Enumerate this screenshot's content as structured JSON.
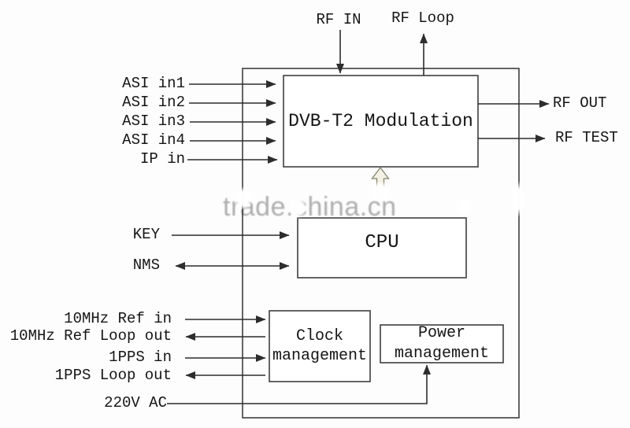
{
  "colors": {
    "line": "#2d2d2d",
    "box_border": "#3f3f3f",
    "text": "#151515",
    "watermark": "#aeaeae",
    "hollow_arrow_fill": "#f2f1e4",
    "hollow_arrow_stroke": "#85856f",
    "background": "#fdfdfd"
  },
  "watermark": {
    "text": "trade.china.cn"
  },
  "blocks": {
    "modulation": {
      "label": "DVB-T2 Modulation"
    },
    "cpu": {
      "label": "CPU"
    },
    "clock": {
      "line1": "Clock",
      "line2": "management"
    },
    "power": {
      "line1": "Power",
      "line2": "management"
    }
  },
  "signals": {
    "rf_in": "RF IN",
    "rf_loop": "RF Loop",
    "asi_in1": "ASI in1",
    "asi_in2": "ASI in2",
    "asi_in3": "ASI in3",
    "asi_in4": "ASI in4",
    "ip_in": "IP in",
    "rf_out": "RF OUT",
    "rf_test": "RF TEST",
    "key": "KEY",
    "nms": "NMS",
    "ref_10mhz_in": "10MHz Ref in",
    "ref_10mhz_loop_out": "10MHz Ref Loop out",
    "pps_1_in": "1PPS in",
    "pps_1_loop_out": "1PPS Loop out",
    "ac_220v": "220V AC"
  }
}
